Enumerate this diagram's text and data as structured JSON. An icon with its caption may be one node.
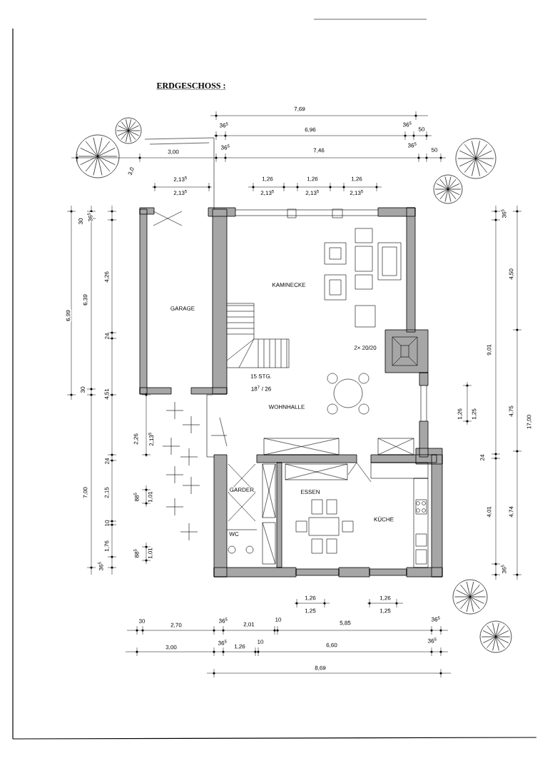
{
  "diagram": {
    "title": "ERDGESCHOSS :",
    "labels": [
      "7,69",
      "36$^{5}$",
      "6,96",
      "36$^{5}$",
      "50",
      "36$^{5}$",
      "3,00",
      "7,46",
      "36$^{5}$",
      "50",
      "3,0",
      "2,13$^{5}$",
      "2,13$^{5}$",
      "1,26",
      "2,13$^{5}$",
      "1,26",
      "2,13$^{5}$",
      "1,26",
      "2,13$^{5}$",
      "30",
      "36$^{5}$",
      "6,99",
      "6,39",
      "4,26",
      "24",
      "30",
      "4,51",
      "2,26",
      "2,13$^{5}$",
      "7,00",
      "24",
      "2,15",
      "88$^{5}$",
      "1,01",
      "10",
      "1,76",
      "88$^{5}$",
      "1,01",
      "36$^{5}$",
      "36$^{5}$",
      "4,50",
      "9,01",
      "1,26",
      "1,25",
      "4,75",
      "17,00",
      "24",
      "4,01",
      "4,74",
      "36$^{5}$",
      "1,26",
      "1,25",
      "1,26",
      "1,25",
      "30",
      "2,70",
      "36$^{5}$",
      "2,01",
      "10",
      "5,85",
      "36$^{5}$",
      "3,00",
      "36$^{5}$",
      "1,26",
      "10",
      "6,60",
      "36$^{5}$",
      "8,69",
      "KAMINECKE",
      "GARAGE",
      "2× 20/20",
      "15 STG.",
      "18$^{7}$ / 26",
      "WOHNHALLE",
      "GARDER.",
      "ESSEN",
      "KÜCHE",
      "WC"
    ]
  }
}
